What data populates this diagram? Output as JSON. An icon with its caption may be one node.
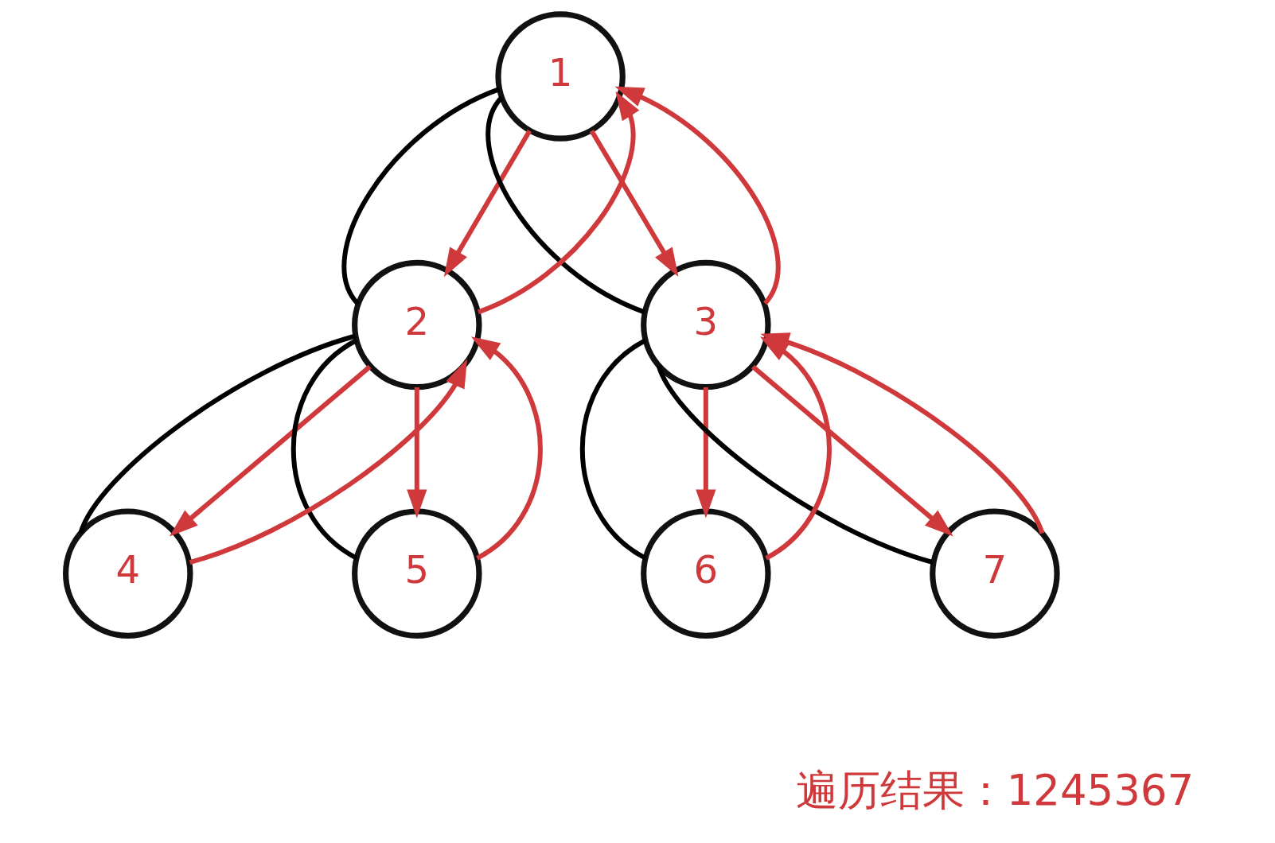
{
  "diagram": {
    "nodes": [
      {
        "text": [
          "1"
        ]
      },
      {
        "text": [
          "2"
        ]
      },
      {
        "text": [
          "3"
        ]
      },
      {
        "text": [
          "4"
        ]
      },
      {
        "text": [
          "5"
        ]
      },
      {
        "text": [
          "6"
        ]
      },
      {
        "text": [
          "7"
        ]
      }
    ],
    "edges": [
      {
        "from": 0,
        "to": 1,
        "arrow": "none",
        "color": "#000000"
      },
      {
        "from": 0,
        "to": 2,
        "arrow": "none",
        "color": "#000000"
      },
      {
        "from": 1,
        "to": 3,
        "arrow": "none",
        "color": "#000000"
      },
      {
        "from": 1,
        "to": 4,
        "arrow": "none",
        "color": "#000000"
      },
      {
        "from": 2,
        "to": 5,
        "arrow": "none",
        "color": "#000000"
      },
      {
        "from": 2,
        "to": 6,
        "arrow": "none",
        "color": "#000000"
      },
      {
        "from": 0,
        "to": 1,
        "arrow": "to"
      },
      {
        "from": 1,
        "to": 0,
        "arrow": "to"
      },
      {
        "from": 0,
        "to": 2,
        "arrow": "to"
      },
      {
        "from": 2,
        "to": 0,
        "arrow": "to"
      },
      {
        "from": 1,
        "to": 3,
        "arrow": "to"
      },
      {
        "from": 3,
        "to": 1,
        "arrow": "to"
      },
      {
        "from": 1,
        "to": 4,
        "arrow": "to"
      },
      {
        "from": 4,
        "to": 1,
        "arrow": "to"
      },
      {
        "from": 2,
        "to": 5,
        "arrow": "to"
      },
      {
        "from": 5,
        "to": 2,
        "arrow": "to"
      },
      {
        "from": 2,
        "to": 6,
        "arrow": "to"
      },
      {
        "from": 6,
        "to": 2,
        "arrow": "to"
      }
    ],
    "labels": [
      "遍历结果：1245367"
    ]
  }
}
